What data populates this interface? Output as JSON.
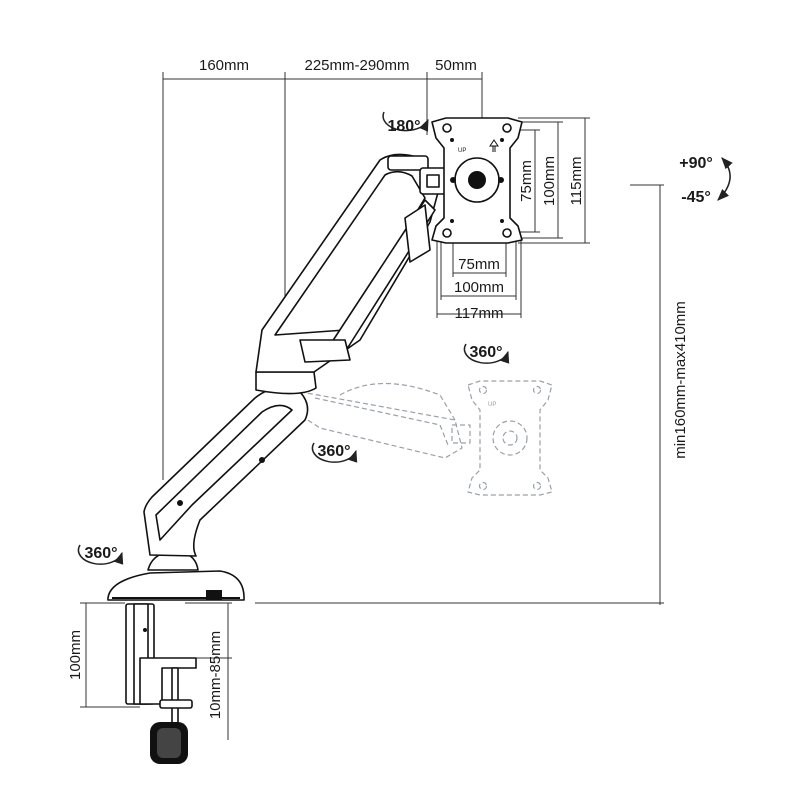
{
  "dimensions": {
    "top_offset": "160mm",
    "top_arm_reach": "225mm-290mm",
    "top_head": "50mm",
    "vesa_v_75": "75mm",
    "vesa_v_100": "100mm",
    "vesa_v_115": "115mm",
    "vesa_h_75": "75mm",
    "vesa_h_100": "100mm",
    "vesa_h_117": "117mm",
    "height_range": "min160mm-max410mm",
    "clamp_height": "100mm",
    "clamp_range": "10mm-85mm"
  },
  "rotations": {
    "head_swivel": "180°",
    "plate_rotation": "360°",
    "arm_joint": "360°",
    "base": "360°"
  },
  "tilt": {
    "up": "+90°",
    "down": "-45°"
  },
  "plate_marks": {
    "up_label": "UP",
    "ghost_up_label": "UP"
  }
}
